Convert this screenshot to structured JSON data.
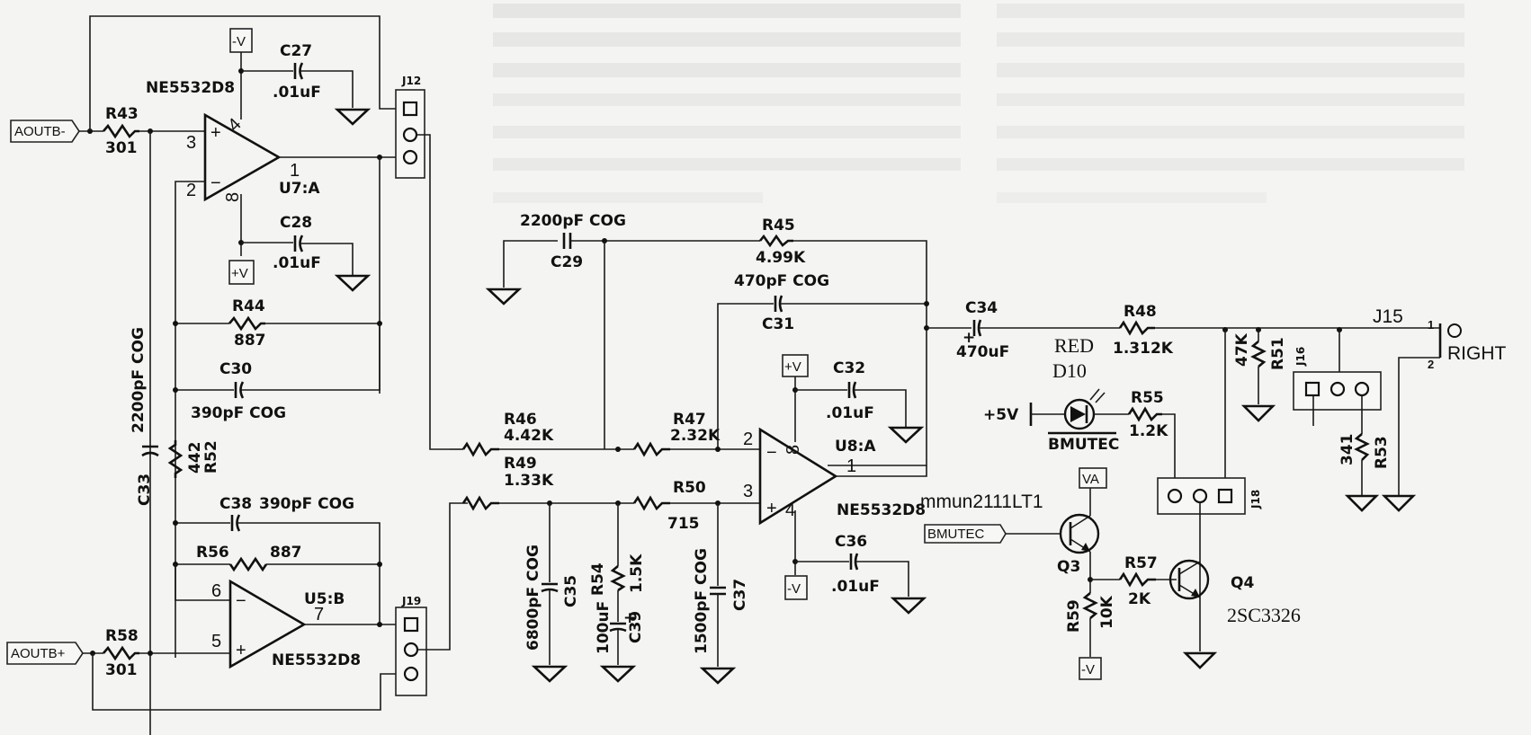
{
  "document": {
    "type": "schematic",
    "description": "Balanced-to-single-ended audio output stage with low-pass filter, mute circuit and RIGHT output jack"
  },
  "ports": {
    "aoutb_minus": "AOUTB-",
    "aoutb_plus": "AOUTB+",
    "bmutec_in": "BMUTEC",
    "bmutec_bar": "BMUTEC"
  },
  "rails": {
    "neg_v": "-V",
    "pos_v": "+V",
    "va": "VA",
    "plus5v": "+5V"
  },
  "opamps": [
    {
      "ref": "U7:A",
      "part": "NE5532D8",
      "pins": {
        "plus": "3",
        "minus": "2",
        "out": "1",
        "vneg": "4",
        "vpos": "8"
      }
    },
    {
      "ref": "U5:B",
      "part": "NE5532D8",
      "pins": {
        "plus": "5",
        "minus": "6",
        "out": "7"
      }
    },
    {
      "ref": "U8:A",
      "part": "NE5532D8",
      "pins": {
        "plus": "3",
        "minus": "2",
        "out": "1",
        "vneg": "4",
        "vpos": "8"
      }
    }
  ],
  "resistors": {
    "R43": {
      "ref": "R43",
      "value": "301"
    },
    "R44": {
      "ref": "R44",
      "value": "887"
    },
    "R52": {
      "ref": "R52",
      "value": "442"
    },
    "R56": {
      "ref": "R56",
      "value": "887"
    },
    "R58": {
      "ref": "R58",
      "value": "301"
    },
    "R45": {
      "ref": "R45",
      "value": "4.99K"
    },
    "R46": {
      "ref": "R46",
      "value": "4.42K"
    },
    "R47": {
      "ref": "R47",
      "value": "2.32K"
    },
    "R49": {
      "ref": "R49",
      "value": "1.33K"
    },
    "R50": {
      "ref": "R50",
      "value": "715"
    },
    "R54": {
      "ref": "R54",
      "value": "1.5K"
    },
    "R48": {
      "ref": "R48",
      "value": "1.312K"
    },
    "R51": {
      "ref": "R51",
      "value": "47K"
    },
    "R53": {
      "ref": "R53",
      "value": "341"
    },
    "R55": {
      "ref": "R55",
      "value": "1.2K"
    },
    "R57": {
      "ref": "R57",
      "value": "2K"
    },
    "R59": {
      "ref": "R59",
      "value": "10K"
    }
  },
  "capacitors": {
    "C27": {
      "ref": "C27",
      "value": ".01uF"
    },
    "C28": {
      "ref": "C28",
      "value": ".01uF"
    },
    "C30": {
      "ref": "C30",
      "value": "390pF COG"
    },
    "C33": {
      "ref": "C33",
      "value": "2200pF COG"
    },
    "C38": {
      "ref": "C38",
      "value": "390pF COG"
    },
    "C29": {
      "ref": "C29",
      "value": "2200pF COG"
    },
    "C31": {
      "ref": "C31",
      "value": "470pF COG"
    },
    "C32": {
      "ref": "C32",
      "value": ".01uF"
    },
    "C35": {
      "ref": "C35",
      "value": "6800pF COG"
    },
    "C36": {
      "ref": "C36",
      "value": ".01uF"
    },
    "C37": {
      "ref": "C37",
      "value": "1500pF COG"
    },
    "C39": {
      "ref": "C39",
      "value": "100uF"
    },
    "C34": {
      "ref": "C34",
      "value": "470uF"
    }
  },
  "connectors": {
    "J12": "J12",
    "J19": "J19",
    "J15": "J15",
    "J16": "J16",
    "J18": "J18",
    "j15_pin1": "1",
    "j15_pin2": "2",
    "j15_label": "RIGHT"
  },
  "semis": {
    "D10": {
      "ref": "D10",
      "color": "RED"
    },
    "Q3": {
      "ref": "Q3",
      "part": "mmun2111LT1"
    },
    "Q4": {
      "ref": "Q4",
      "part": "2SC3326"
    }
  },
  "polarity": {
    "plus": "+"
  },
  "colors": {
    "ink": "#111111",
    "paper": "#f4f4f2",
    "ghost": "#d6d6d4"
  }
}
